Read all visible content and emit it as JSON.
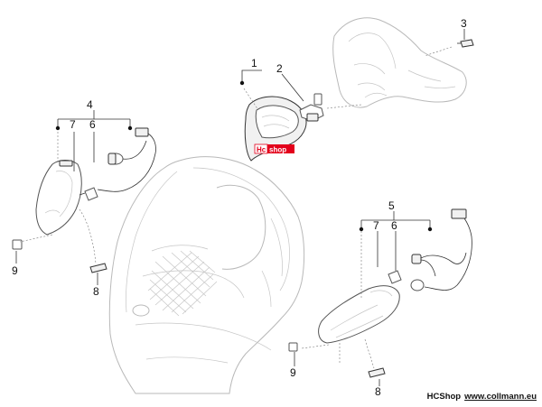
{
  "callouts": {
    "c1": "1",
    "c2": "2",
    "c3": "3",
    "c4": "4",
    "c4_7": "7",
    "c4_6": "6",
    "c5": "5",
    "c5_7": "7",
    "c5_6": "6",
    "c9a": "9",
    "c8a": "8",
    "c9b": "9",
    "c8b": "8"
  },
  "watermark": {
    "left": "Hc",
    "right": "shop"
  },
  "footer": {
    "brand": "HCShop",
    "url": "www.collmann.eu"
  },
  "colors": {
    "watermark_red": "#e3001b",
    "line": "#333333",
    "ghost": "#b9b9b9"
  }
}
